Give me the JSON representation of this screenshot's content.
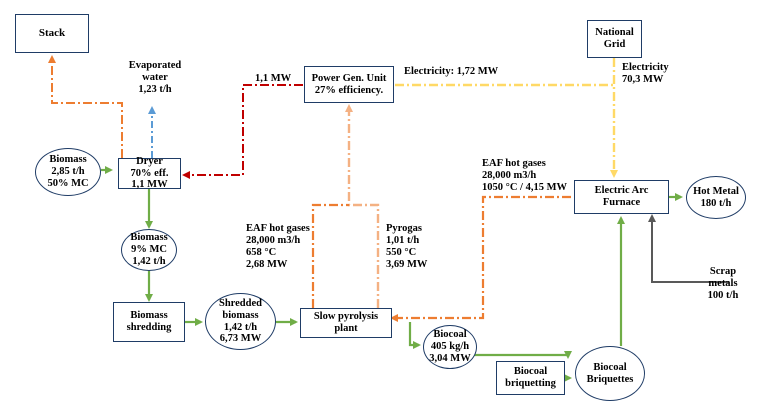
{
  "nodes": {
    "stack": "Stack",
    "national_grid": [
      "National",
      "Grid"
    ],
    "power_gen": [
      "Power Gen. Unit",
      "27% efficiency."
    ],
    "biomass_in": [
      "Biomass",
      "2,85 t/h",
      "50% MC"
    ],
    "dryer": [
      "Dryer",
      "70% eff.",
      "1,1 MW"
    ],
    "biomass_dried": [
      "Biomass",
      "9% MC",
      "1,42 t/h"
    ],
    "shredding": [
      "Biomass",
      "shredding"
    ],
    "shredded": [
      "Shredded",
      "biomass",
      "1,42 t/h",
      "6,73 MW"
    ],
    "pyrolysis": [
      "Slow pyrolysis",
      "plant"
    ],
    "biocoal": [
      "Biocoal",
      "405 kg/h",
      "3,04 MW"
    ],
    "briquetting": [
      "Biocoal",
      "briquetting"
    ],
    "briquettes": [
      "Biocoal",
      "Briquettes"
    ],
    "eaf": [
      "Electric Arc",
      "Furnace"
    ],
    "hot_metal": [
      "Hot Metal",
      "180 t/h"
    ]
  },
  "labels": {
    "evaporated": [
      "Evaporated",
      "water",
      "1,23 t/h"
    ],
    "dryer_power": "1,1 MW",
    "electricity_out": "Electricity: 1,72 MW",
    "electricity_in": [
      "Electricity",
      "70,3 MW"
    ],
    "eaf_gases_left": [
      "EAF hot gases",
      "28,000 m3/h",
      "658 °C",
      "2,68 MW"
    ],
    "pyrogas": [
      "Pyrogas",
      "1,01 t/h",
      "550 °C",
      "3,69 MW"
    ],
    "eaf_gases_right": [
      "EAF hot gases",
      "28,000 m3/h",
      "1050 °C / 4,15 MW"
    ],
    "scrap": [
      "Scrap",
      "metals",
      "100 t/h"
    ]
  },
  "colors": {
    "node_border": "#1f3c66",
    "biomass_flow": "#70ad47",
    "eaf_gas_flow": "#ed7d31",
    "pyrogas_flow": "#f4b183",
    "electricity_flow": "#ffd966",
    "dryer_power_flow": "#c00000",
    "water_flow": "#5b9bd5",
    "scrap_flow": "#595959"
  }
}
